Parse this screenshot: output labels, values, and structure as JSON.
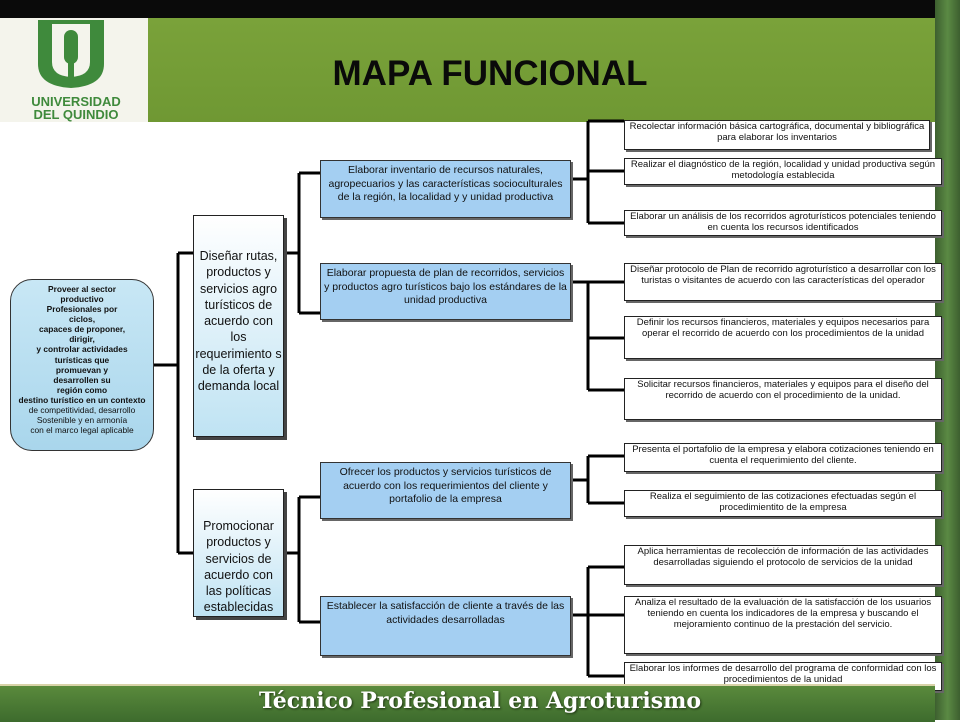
{
  "title": "MAPA FUNCIONAL",
  "logo": {
    "line1": "UNIVERSIDAD",
    "line2": "DEL QUINDIO"
  },
  "footer": "Técnico Profesional en Agroturismo",
  "colors": {
    "header_green": "#7aa23a",
    "logo_green": "#3f8a3c",
    "footer_green": "#4a7b33",
    "level2_blue": "#a4cff2",
    "level1_gradient": "#bfe3f3",
    "root_blue": "#b7ddf0"
  },
  "root": {
    "lines": [
      "Proveer al sector",
      "productivo",
      "Profesionales por",
      "ciclos,",
      "capaces de proponer,",
      "dirigir,",
      "y controlar actividades",
      "turísticas que",
      "promuevan y",
      "desarrollen su",
      "región como",
      "destino turístico en un contexto",
      "de competitividad, desarrollo",
      "Sostenible y en armonía",
      "con el marco legal aplicable"
    ]
  },
  "level1": [
    "Diseñar rutas, productos y servicios agro turísticos de acuerdo con los requerimiento s de la oferta y demanda local",
    "Promocionar productos y servicios de acuerdo con las políticas establecidas"
  ],
  "level2": [
    "Elaborar inventario de recursos naturales, agropecuarios y las características socioculturales de la región, la localidad y y unidad productiva",
    "Elaborar propuesta de plan de recorridos, servicios y productos agro turísticos bajo los estándares de la unidad productiva",
    "Ofrecer los productos y servicios turísticos de acuerdo con los requerimientos del cliente y portafolio de la empresa",
    "Establecer la satisfacción de cliente a través de las actividades desarrolladas"
  ],
  "level3": [
    "Recolectar información básica cartográfica, documental y bibliográfica para elaborar los inventarios",
    "Realizar el diagnóstico de la región, localidad y unidad productiva según metodología establecida",
    "Elaborar un análisis de los recorridos agroturísticos potenciales teniendo en cuenta los recursos identificados",
    "Diseñar protocolo de Plan de recorrido agroturístico a desarrollar con los turistas o visitantes de acuerdo con las características del operador",
    "Definir los recursos financieros, materiales y equipos necesarios para operar el recorrido de acuerdo con los procedimientos de la unidad",
    "Solicitar recursos financieros, materiales y equipos para el diseño del recorrido de acuerdo con el procedimiento de la unidad.",
    "Presenta el portafolio de la empresa y elabora cotizaciones teniendo en cuenta el requerimiento del cliente.",
    "Realiza el seguimiento de las cotizaciones efectuadas según el procedimientito de la empresa",
    "Aplica herramientas de recolección de información de las actividades desarrolladas siguiendo el protocolo de servicios de la unidad",
    "Analiza el resultado de la evaluación de la satisfacción de los usuarios teniendo en cuenta los indicadores de la empresa y buscando el mejoramiento continuo de la prestación del servicio.",
    "Elaborar los informes de desarrollo del programa de conformidad con los procedimientos de la unidad"
  ]
}
